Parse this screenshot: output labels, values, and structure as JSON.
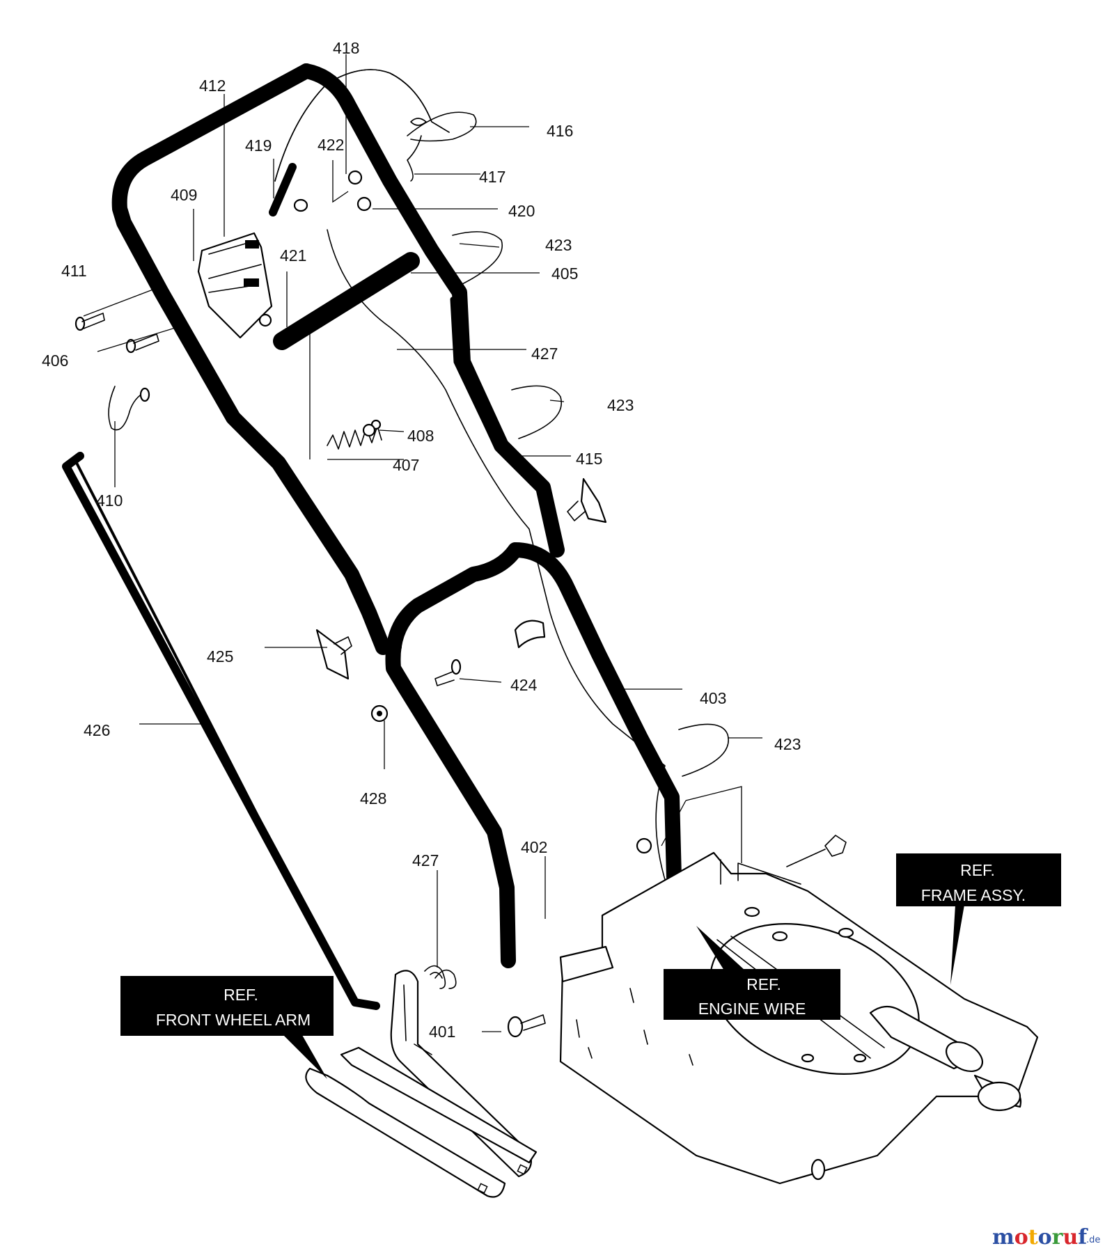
{
  "diagram": {
    "part_labels": [
      {
        "id": "418",
        "text": "418"
      },
      {
        "id": "412",
        "text": "412"
      },
      {
        "id": "416",
        "text": "416"
      },
      {
        "id": "419",
        "text": "419"
      },
      {
        "id": "422",
        "text": "422"
      },
      {
        "id": "417",
        "text": "417"
      },
      {
        "id": "409",
        "text": "409"
      },
      {
        "id": "420",
        "text": "420"
      },
      {
        "id": "423a",
        "text": "423"
      },
      {
        "id": "411",
        "text": "411"
      },
      {
        "id": "421",
        "text": "421"
      },
      {
        "id": "405",
        "text": "405"
      },
      {
        "id": "406",
        "text": "406"
      },
      {
        "id": "427a",
        "text": "427"
      },
      {
        "id": "423b",
        "text": "423"
      },
      {
        "id": "408",
        "text": "408"
      },
      {
        "id": "407",
        "text": "407"
      },
      {
        "id": "415",
        "text": "415"
      },
      {
        "id": "410",
        "text": "410"
      },
      {
        "id": "425",
        "text": "425"
      },
      {
        "id": "424",
        "text": "424"
      },
      {
        "id": "403",
        "text": "403"
      },
      {
        "id": "426",
        "text": "426"
      },
      {
        "id": "423c",
        "text": "423"
      },
      {
        "id": "428",
        "text": "428"
      },
      {
        "id": "402",
        "text": "402"
      },
      {
        "id": "427b",
        "text": "427"
      },
      {
        "id": "401",
        "text": "401"
      }
    ],
    "ref_boxes": {
      "frame": {
        "line1": "REF.",
        "line2": "FRAME ASSY."
      },
      "engine_wire": {
        "line1": "REF.",
        "line2": "ENGINE WIRE"
      },
      "front_wheel": {
        "line1": "REF.",
        "line2": "FRONT WHEEL ARM"
      }
    },
    "watermark": {
      "letters": [
        "m",
        "o",
        "t",
        "o",
        "r",
        "u",
        "f"
      ],
      "letter_colors": [
        "#2b4fa3",
        "#d8262c",
        "#f2a900",
        "#2b4fa3",
        "#3a9a3a",
        "#d8262c",
        "#2b4fa3"
      ],
      "suffix": ".de"
    }
  }
}
